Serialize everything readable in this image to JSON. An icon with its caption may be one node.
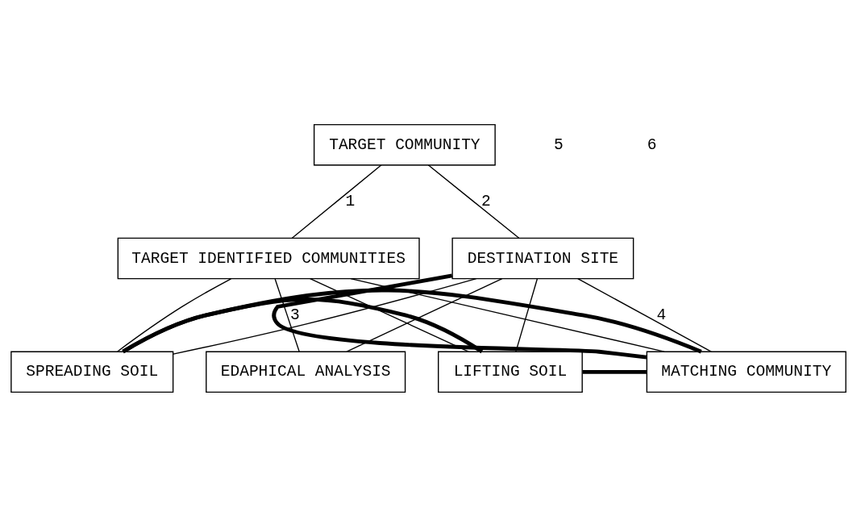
{
  "diagram": {
    "nodes": [
      {
        "text": [
          "TARGET COMMUNITY"
        ]
      },
      {
        "text": [
          "DESTINATION SITE"
        ]
      },
      {
        "text": [
          "TARGET IDENTIFIED COMMUNITIES"
        ]
      },
      {
        "text": [
          "MATCHING COMMUNITY"
        ]
      },
      {
        "text": [
          "SPREADING SOIL"
        ]
      },
      {
        "text": [
          "LIFTING SOIL"
        ]
      },
      {
        "text": [
          "EDAPHICAL ANALYSIS"
        ]
      }
    ],
    "edges": [
      {
        "from": 0,
        "to": 1,
        "arrow": "none",
        "label": "2"
      },
      {
        "from": 0,
        "to": 2,
        "arrow": "none",
        "label": "1"
      },
      {
        "from": 1,
        "to": 3,
        "arrow": "none",
        "label": "4"
      },
      {
        "from": 1,
        "to": 4,
        "arrow": "none"
      },
      {
        "from": 1,
        "to": 5,
        "arrow": "none"
      },
      {
        "from": 1,
        "to": 6,
        "arrow": "none"
      },
      {
        "from": 2,
        "to": 3,
        "arrow": "none"
      },
      {
        "from": 2,
        "to": 4,
        "arrow": "none"
      },
      {
        "from": 2,
        "to": 5,
        "arrow": "none"
      },
      {
        "from": 2,
        "to": 6,
        "arrow": "none",
        "label": "3"
      },
      {
        "from": 1,
        "to": 3,
        "arrow": "none",
        "style": "thick"
      },
      {
        "from": 4,
        "to": 5,
        "arrow": "none",
        "style": "thick"
      },
      {
        "from": 3,
        "to": 4,
        "arrow": "none",
        "style": "thick"
      },
      {
        "from": 3,
        "to": 5,
        "arrow": "none",
        "style": "thick"
      }
    ],
    "labels": [
      "5",
      "6"
    ]
  }
}
